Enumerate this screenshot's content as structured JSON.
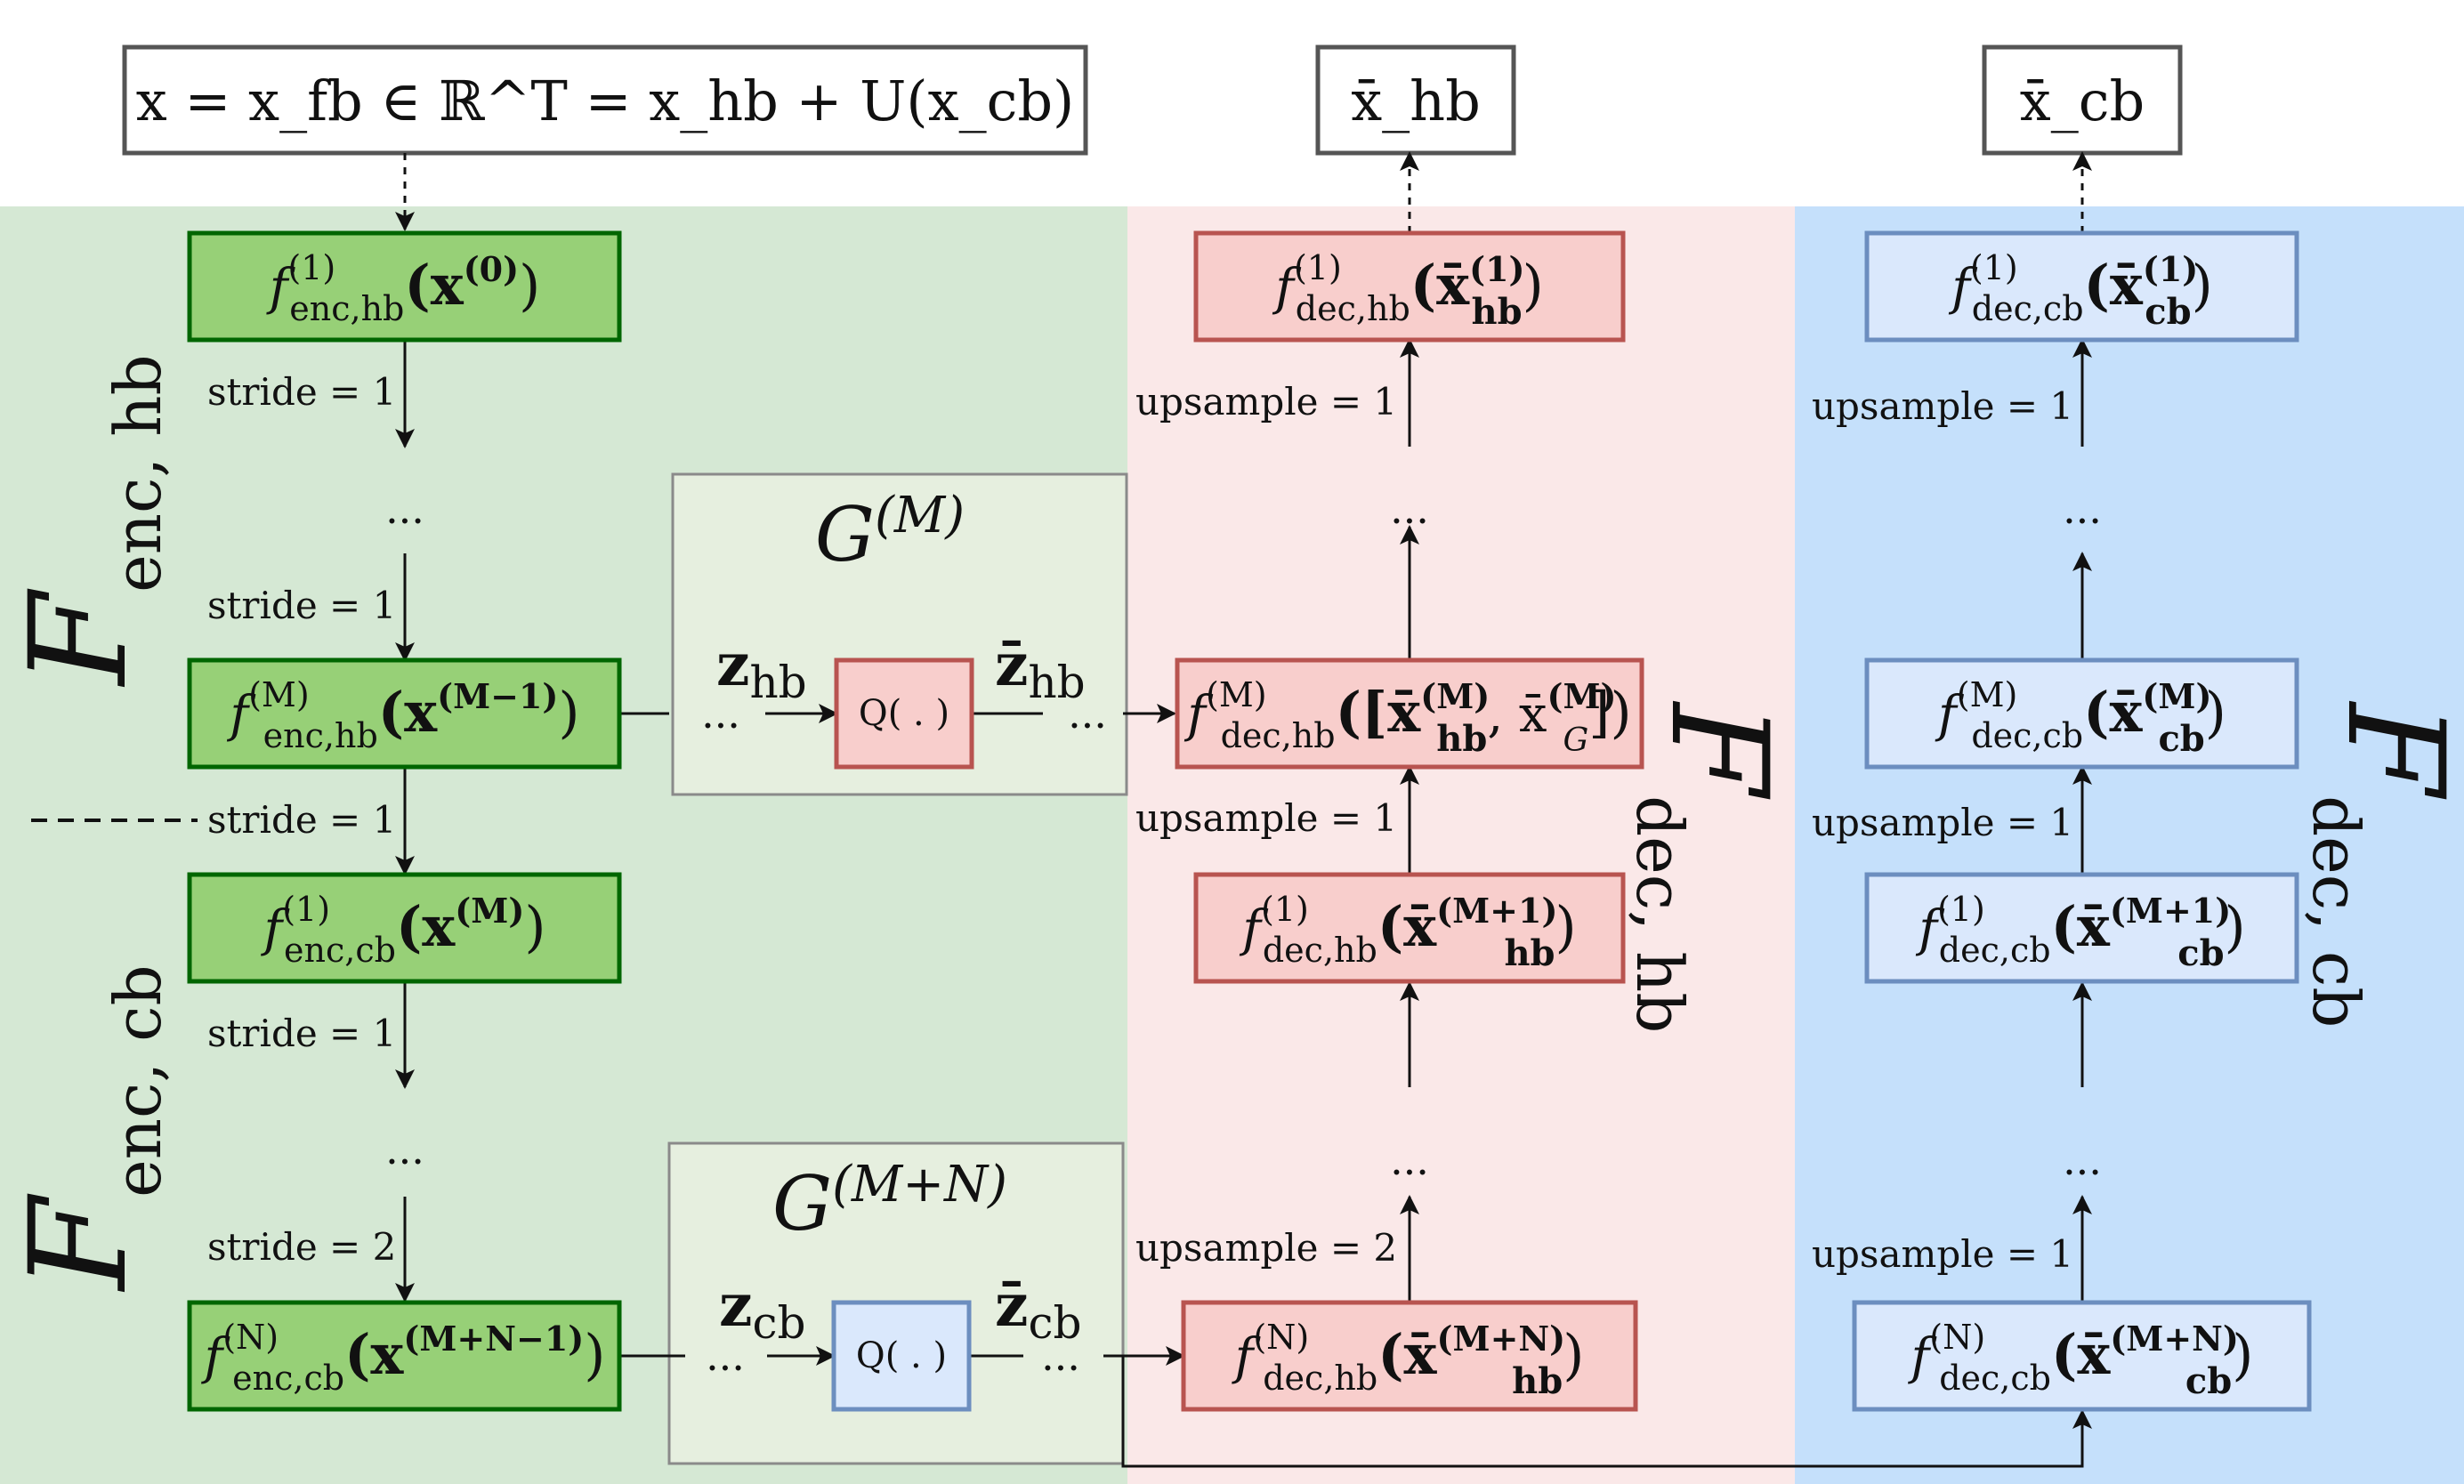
{
  "colors": {
    "enc_bg": "#d5e8d4",
    "hbdec_bg": "#fae8e8",
    "cbdec_bg": "#c5e0fb",
    "green_box": "#97d077",
    "green_stroke": "#006600",
    "red_box": "#f8cecc",
    "red_stroke": "#b85450",
    "blue_box": "#dae8fc",
    "blue_stroke": "#6c8ebf",
    "grey_stroke": "#555555",
    "g_box": "#e6efdf"
  },
  "top_boxes": {
    "input": "x = x_fb ∈ ℝ^T = x_hb + U(x_cb)",
    "out_hb": "x̄_hb",
    "out_cb": "x̄_cb"
  },
  "encoder_boxes": {
    "e1": {
      "f": "f",
      "sup": "(1)",
      "sub": "enc,hb",
      "arg": "(x",
      "argsup": "(0)",
      "close": ")"
    },
    "eM": {
      "f": "f",
      "sup": "(M)",
      "sub": "enc,hb",
      "arg": "(x",
      "argsup": "(M−1)",
      "close": ")"
    },
    "c1": {
      "f": "f",
      "sup": "(1)",
      "sub": "enc,cb",
      "arg": "(x",
      "argsup": "(M)",
      "close": ")"
    },
    "cN": {
      "f": "f",
      "sup": "(N)",
      "sub": "enc,cb",
      "arg": "(x",
      "argsup": "(M+N−1)",
      "close": ")"
    }
  },
  "hb_decoder_boxes": {
    "d1": {
      "f": "f",
      "sup": "(1)",
      "sub": "dec,hb",
      "arg": "(x̄",
      "argsup": "(1)",
      "argsub": "hb",
      "close": ")"
    },
    "dM": {
      "f": "f",
      "sup": "(M)",
      "sub": "dec,hb",
      "arg": "([x̄",
      "argsup": "(M)",
      "argsub": "hb",
      "mid": ", x̄",
      "midsup": "(M)",
      "midsub": "G",
      "close": "])"
    },
    "d1b": {
      "f": "f",
      "sup": "(1)",
      "sub": "dec,hb",
      "arg": "(x̄",
      "argsup": "(M+1)",
      "argsub": "hb",
      "close": ")"
    },
    "dN": {
      "f": "f",
      "sup": "(N)",
      "sub": "dec,hb",
      "arg": "(x̄",
      "argsup": "(M+N)",
      "argsub": "hb",
      "close": ")"
    }
  },
  "cb_decoder_boxes": {
    "c1": {
      "f": "f",
      "sup": "(1)",
      "sub": "dec,cb",
      "arg": "(x̄",
      "argsup": "(1)",
      "argsub": "cb",
      "close": ")"
    },
    "cM": {
      "f": "f",
      "sup": "(M)",
      "sub": "dec,cb",
      "arg": "(x̄",
      "argsup": "(M)",
      "argsub": "cb",
      "close": ")"
    },
    "c1b": {
      "f": "f",
      "sup": "(1)",
      "sub": "dec,cb",
      "arg": "(x̄",
      "argsup": "(M+1)",
      "argsub": "cb",
      "close": ")"
    },
    "cN": {
      "f": "f",
      "sup": "(N)",
      "sub": "dec,cb",
      "arg": "(x̄",
      "argsup": "(M+N)",
      "argsub": "cb",
      "close": ")"
    }
  },
  "stride_labels": [
    "stride = 1",
    "stride = 1",
    "stride = 1",
    "stride = 1",
    "stride = 2"
  ],
  "hb_upsample_labels": [
    "upsample = 1",
    "upsample = 1",
    "upsample = 2"
  ],
  "cb_upsample_labels": [
    "upsample = 1",
    "upsample = 1",
    "upsample = 1"
  ],
  "quantizer": "Q( . )",
  "g_blocks": {
    "gM": {
      "symbol": "G",
      "sup": "(M)"
    },
    "gMN": {
      "symbol": "G",
      "sup": "(M+N)"
    }
  },
  "z_labels": {
    "z_hb": {
      "z": "z",
      "sub": "hb"
    },
    "zbar_hb": {
      "z": "z̄",
      "sub": "hb"
    },
    "z_cb": {
      "z": "z",
      "sub": "cb"
    },
    "zbar_cb": {
      "z": "z̄",
      "sub": "cb"
    }
  },
  "ellipsis": "...",
  "region_labels": {
    "enc_hb": {
      "symbol": "F",
      "sub": "enc, hb"
    },
    "enc_cb": {
      "symbol": "F",
      "sub": "enc, cb"
    },
    "dec_hb": {
      "symbol": "F",
      "sub": "dec, hb"
    },
    "dec_cb": {
      "symbol": "F",
      "sub": "dec, cb"
    }
  }
}
